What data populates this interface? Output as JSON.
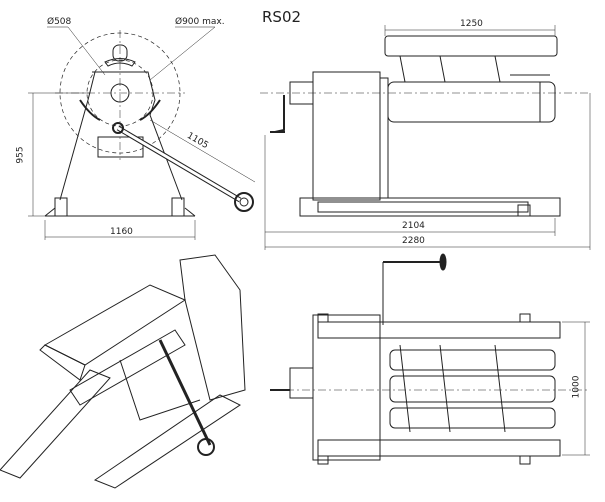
{
  "title": "RS02",
  "front_view": {
    "diameter_inner": "Ø508",
    "diameter_outer": "Ø900 max.",
    "height": "955",
    "width": "1160",
    "arm_length": "1105"
  },
  "side_view": {
    "guide_length": "1250",
    "length_inner": "2104",
    "length_total": "2280"
  },
  "top_view": {
    "width": "1000"
  },
  "colors": {
    "line": "#222222",
    "background": "#ffffff"
  }
}
